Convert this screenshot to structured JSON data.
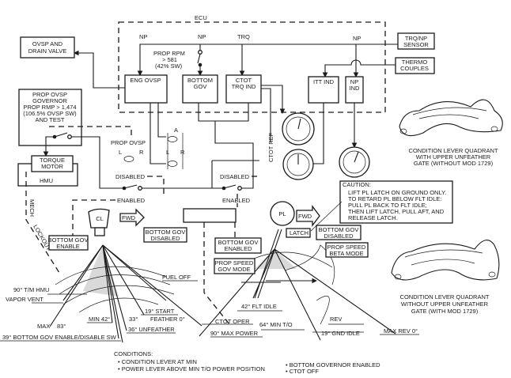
{
  "ecu": {
    "label": "ECU",
    "np1": "NP",
    "np2": "NP",
    "trq": "TRQ",
    "np3": "NP",
    "prop_rpm": [
      "PROP RPM",
      "> 581",
      "(42% SW)"
    ],
    "eng_ovsp": "ENG OVSP",
    "bottom_gov": [
      "BOTTOM",
      "GOV"
    ],
    "ctot_trq_ind": [
      "CTOT",
      "TRQ IND"
    ],
    "itt_ind": "ITT IND",
    "np_ind": [
      "NP",
      "IND"
    ]
  },
  "external": {
    "ovsp_drain": [
      "OVSP AND",
      "DRAIN VALVE"
    ],
    "trq_np_sensor": [
      "TRQ/NP",
      "SENSOR"
    ],
    "thermocouples": [
      "THERMO",
      "COUPLES"
    ],
    "prop_ovsp_governor": [
      "PROP OVSP",
      "GOVERNOR",
      "PROP RMP > 1,474",
      "(106.5% OVSP SW)",
      "AND TEST"
    ],
    "torque_motor": [
      "TORQUE",
      "MOTOR"
    ],
    "hmu": "HMU",
    "mech_lockout": [
      "MECH",
      "LOCKOUT"
    ]
  },
  "switches": {
    "prop_ovsp": "PROP OVSP",
    "l": "L",
    "r": "R",
    "a": "A",
    "disabled": "DISABLED",
    "enabled": "ENABLED",
    "ctot_ref": "CTOT REF"
  },
  "condition_lever": {
    "cl": "CL",
    "fwd": "FWD",
    "bottom_gov_enable": [
      "BOTTOM GOV",
      "ENABLE"
    ],
    "bottom_gov_disabled": [
      "BOTTOM GOV",
      "DISABLED"
    ],
    "fuel_off": "FUEL OFF",
    "tm_hmu": "90° T/M HMU",
    "vapor_vent": "VAPOR VENT",
    "start": "19° START",
    "deg33": "33°",
    "feather": "FEATHER  0°",
    "min42": "MIN 42°",
    "max": "MAX",
    "deg83": "83°",
    "unfeather": "36° UNFEATHER",
    "sw39": "39° BOTTOM GOV ENABLE/DISABLE SW"
  },
  "power_lever": {
    "pl": "PL",
    "fwd": "FWD",
    "latch": "LATCH",
    "bottom_gov_enabled": [
      "BOTTOM GOV",
      "ENABLED"
    ],
    "bottom_gov_disabled": [
      "BOTTOM GOV",
      "DISABLED"
    ],
    "prop_speed_gov_mode": [
      "PROP SPEED",
      "GOV MODE"
    ],
    "prop_speed_beta_mode": [
      "PROP SPEED",
      "BETA MODE"
    ],
    "flt_idle": "42° FLT IDLE",
    "ctot_oper": "CTOT OPER",
    "max_power": "90° MAX POWER",
    "min_to": "64° MIN T/O",
    "rev": "REV",
    "gnd_idle": "19° GND IDLE",
    "max_rev": "MAX REV 0°"
  },
  "caution": {
    "title": "CAUTION:",
    "lines": [
      "LIFT PL LATCH ON GROUND ONLY.",
      "TO RETARD PL BELOW FLT IDLE:",
      "PULL PL BACK TO FLT IDLE;",
      "THEN LIFT LATCH, PULL AFT, AND",
      "RELEASE LATCH."
    ]
  },
  "quadrants": {
    "with_gate": [
      "CONDITION LEVER QUADRANT",
      "WITH UPPER UNFEATHER",
      "GATE (WITHOUT MOD 1729)"
    ],
    "without_gate": [
      "CONDITION LEVER QUADRANT",
      "WITHOUT UPPER UNFEATHER",
      "GATE (WITH MOD 1729)"
    ]
  },
  "conditions": {
    "title": "CONDITIONS:",
    "items": [
      "CONDITION LEVER AT MIN",
      "POWER LEVER ABOVE MIN T/O POWER POSITION",
      "BOTTOM GOVERNOR ENABLED",
      "CTOT OFF"
    ]
  }
}
